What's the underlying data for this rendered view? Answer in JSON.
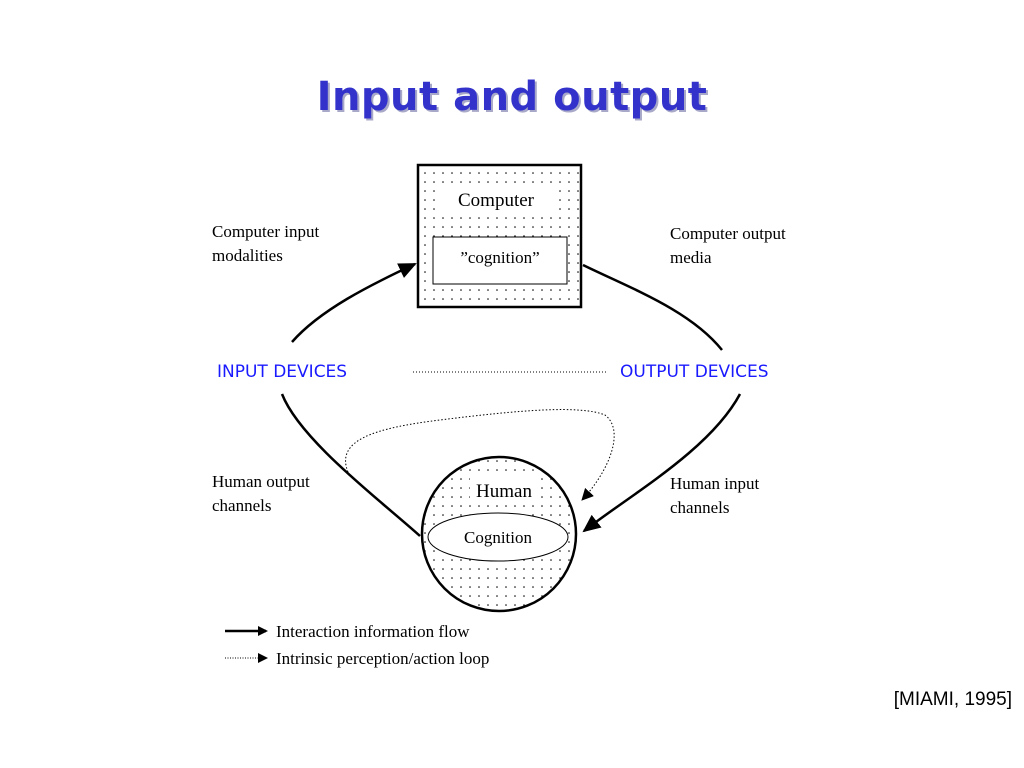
{
  "title": "Input and output",
  "computer_box": {
    "label": "Computer",
    "inner_label": "”cognition”"
  },
  "human_circle": {
    "label": "Human",
    "inner_label": "Cognition"
  },
  "labels": {
    "computer_input": [
      "Computer input",
      "modalities"
    ],
    "computer_output": [
      "Computer output",
      "media"
    ],
    "human_output": [
      "Human output",
      "channels"
    ],
    "human_input": [
      "Human input",
      "channels"
    ]
  },
  "devices": {
    "input": "INPUT DEVICES",
    "output": "OUTPUT DEVICES"
  },
  "legend": {
    "solid": "Interaction information flow",
    "dotted": "Intrinsic perception/action loop"
  },
  "citation": "[MIAMI, 1995]",
  "colors": {
    "title": "#3333cc",
    "devices": "#1a1aff"
  }
}
